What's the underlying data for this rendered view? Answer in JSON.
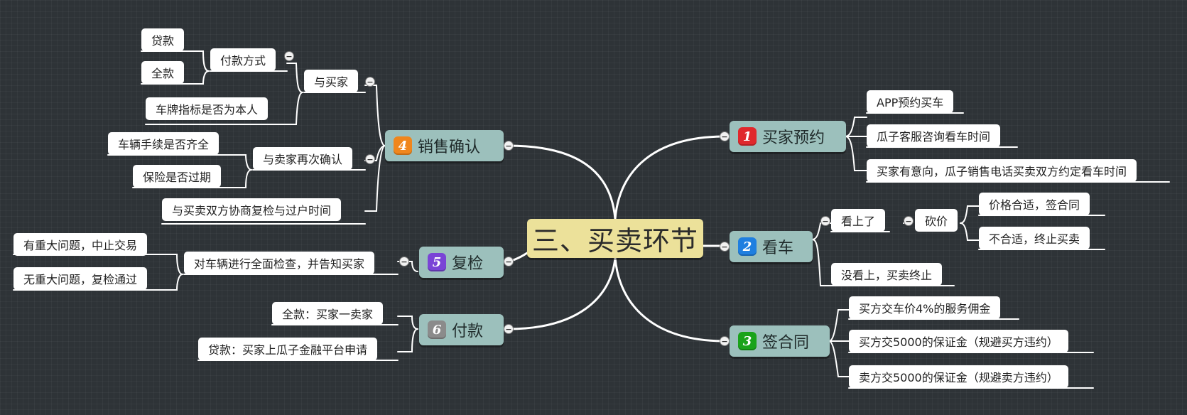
{
  "root": {
    "label": "三、买卖环节"
  },
  "branches": {
    "b1": {
      "label": "买家预约",
      "badge": "1",
      "color": "#e0282c"
    },
    "b2": {
      "label": "看车",
      "badge": "2",
      "color": "#1f7fe0"
    },
    "b3": {
      "label": "签合同",
      "badge": "3",
      "color": "#1aa31a"
    },
    "b4": {
      "label": "销售确认",
      "badge": "4",
      "color": "#f0861c"
    },
    "b5": {
      "label": "复检",
      "badge": "5",
      "color": "#7a44d6"
    },
    "b6": {
      "label": "付款",
      "badge": "6",
      "color": "#8b8b8b"
    }
  },
  "nodes": {
    "b1_app": "APP预约买车",
    "b1_guazi": "瓜子客服咨询看车时间",
    "b1_intent": "买家有意向，瓜子销售电话买卖双方约定看车时间",
    "b2_liked": "看上了",
    "b2_bargain": "砍价",
    "b2_price_ok": "价格合适，签合同",
    "b2_price_bad": "不合适，终止买卖",
    "b2_notliked": "没看上，买卖终止",
    "b3_fee": "买方交车价4%的服务佣金",
    "b3_deposit_buyer": "买方交5000的保证金（规避买方违约）",
    "b3_deposit_seller": "卖方交5000的保证金（规避卖方违约）",
    "b4_buyer": "与买家",
    "b4_payment_method": "付款方式",
    "b4_loan": "贷款",
    "b4_full": "全款",
    "b4_plate": "车牌指标是否为本人",
    "b4_seller": "与卖家再次确认",
    "b4_docs": "车辆手续是否齐全",
    "b4_insurance": "保险是否过期",
    "b4_negotiate": "与买卖双方协商复检与过户时间",
    "b5_inspect": "对车辆进行全面检查，并告知买家",
    "b5_major": "有重大问题，中止交易",
    "b5_pass": "无重大问题，复检通过",
    "b6_full": "全款：买家一卖家",
    "b6_loan": "贷款：买家上瓜子金融平台申请"
  },
  "toggle_symbol": "−"
}
